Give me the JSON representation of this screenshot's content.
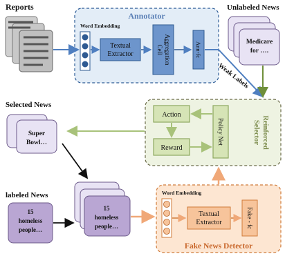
{
  "reports_label": "Reports",
  "annotator": {
    "title": "Annotator",
    "word_embedding": "Word Embedding",
    "textual_extractor": [
      "Textual",
      "Extractor"
    ],
    "aggregation_cell": [
      "Aggregation",
      "Cell"
    ],
    "ann_fc": "Ann-fc"
  },
  "unlabeled_news": {
    "label": "Unlabeled News",
    "card_text": [
      "Medicare",
      "for …."
    ]
  },
  "weak_labels": "Weak Labels",
  "selected_news": {
    "label": "Selected News",
    "card_text": [
      "Super",
      "Bowl…"
    ]
  },
  "selector": {
    "title": [
      "Reinforced",
      "Selector"
    ],
    "action": "Action",
    "reward": "Reward",
    "policy_net": "Policy Net"
  },
  "labeled_news": {
    "label": "labeled News",
    "card_text": [
      "15",
      "homeless",
      "people…"
    ]
  },
  "detector": {
    "title": "Fake News Detector",
    "word_embedding": "Word Embedding",
    "textual_extractor": [
      "Textual",
      "Extractor"
    ],
    "fake_fc": "Fake - fc"
  },
  "colors": {
    "annotator_bg": "#e3edf7",
    "annotator_border": "#2e5d97",
    "blue_box": "#6d95cc",
    "blue_box_border": "#2f5a92",
    "selector_bg": "#eef3e2",
    "selector_border": "#6b6b4a",
    "green_box": "#d6e4b6",
    "green_box_border": "#8ea861",
    "detector_bg": "#fde6d2",
    "detector_border": "#d07b3a",
    "orange_box": "#f7c49b",
    "purple_card": "#b9a6d3",
    "lavender_card": "#e8e3f4",
    "gray_doc": "#c3c3c3",
    "blue_arrow": "#4f7fc0",
    "green_arrow": "#a8c27a",
    "orange_arrow": "#f0a878"
  }
}
